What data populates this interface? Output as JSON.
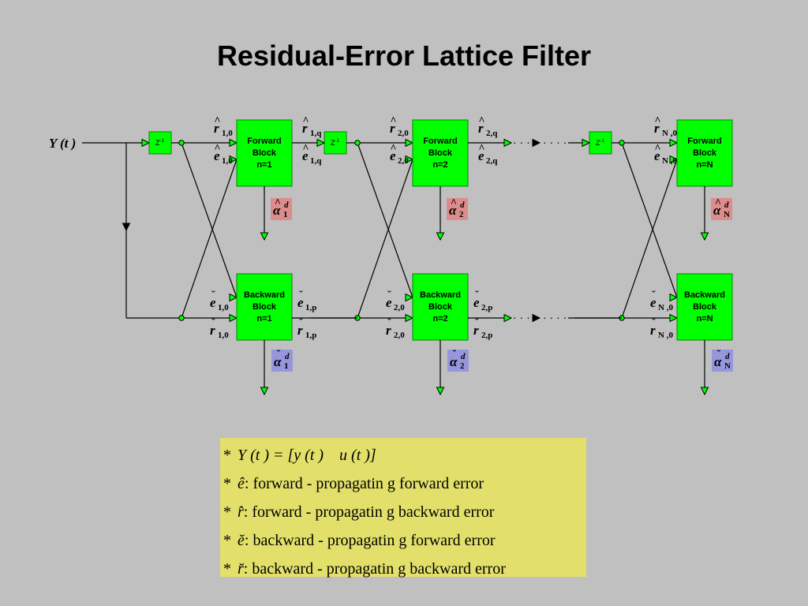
{
  "title": "Residual-Error Lattice Filter",
  "input_label": "Y (t )",
  "delay_label": "Z",
  "delay_exp": "-1",
  "stages": [
    {
      "forward_block": [
        "Forward",
        "Block",
        "n=1"
      ],
      "backward_block": [
        "Backward",
        "Block",
        "n=1"
      ],
      "r_hat_in": {
        "base": "r",
        "mark": "^",
        "sub": "1,0"
      },
      "e_hat_in": {
        "base": "e",
        "mark": "^",
        "sub": "1,0"
      },
      "r_hat_out": {
        "base": "r",
        "mark": "^",
        "sub": "1,q"
      },
      "e_hat_out": {
        "base": "e",
        "mark": "^",
        "sub": "1,q"
      },
      "e_breve_in": {
        "base": "e",
        "mark": "˘",
        "sub": "1,0"
      },
      "r_breve_in": {
        "base": "r",
        "mark": "˘",
        "sub": "1,0"
      },
      "e_breve_out": {
        "base": "e",
        "mark": "˘",
        "sub": "1,p"
      },
      "r_breve_out": {
        "base": "r",
        "mark": "˘",
        "sub": "1,p"
      },
      "alpha_forward": {
        "mark": "^",
        "sub": "1",
        "sup": "d"
      },
      "alpha_backward": {
        "mark": "˘",
        "sub": "1",
        "sup": "d"
      }
    },
    {
      "forward_block": [
        "Forward",
        "Block",
        "n=2"
      ],
      "backward_block": [
        "Backward",
        "Block",
        "n=2"
      ],
      "r_hat_in": {
        "base": "r",
        "mark": "^",
        "sub": "2,0"
      },
      "e_hat_in": {
        "base": "e",
        "mark": "^",
        "sub": "2,0"
      },
      "r_hat_out": {
        "base": "r",
        "mark": "^",
        "sub": "2,q"
      },
      "e_hat_out": {
        "base": "e",
        "mark": "^",
        "sub": "2,q"
      },
      "e_breve_in": {
        "base": "e",
        "mark": "˘",
        "sub": "2,0"
      },
      "r_breve_in": {
        "base": "r",
        "mark": "˘",
        "sub": "2,0"
      },
      "e_breve_out": {
        "base": "e",
        "mark": "˘",
        "sub": "2,p"
      },
      "r_breve_out": {
        "base": "r",
        "mark": "˘",
        "sub": "2,p"
      },
      "alpha_forward": {
        "mark": "^",
        "sub": "2",
        "sup": "d"
      },
      "alpha_backward": {
        "mark": "˘",
        "sub": "2",
        "sup": "d"
      }
    },
    {
      "forward_block": [
        "Forward",
        "Block",
        "n=N"
      ],
      "backward_block": [
        "Backward",
        "Block",
        "n=N"
      ],
      "r_hat_in": {
        "base": "r",
        "mark": "^",
        "sub": "N ,0"
      },
      "e_hat_in": {
        "base": "e",
        "mark": "^",
        "sub": "N ,0"
      },
      "e_breve_in": {
        "base": "e",
        "mark": "˘",
        "sub": "N ,0"
      },
      "r_breve_in": {
        "base": "r",
        "mark": "˘",
        "sub": "N ,0"
      },
      "alpha_forward": {
        "mark": "^",
        "sub": "N",
        "sup": "d"
      },
      "alpha_backward": {
        "mark": "˘",
        "sub": "N",
        "sup": "d"
      }
    }
  ],
  "ellipsis": "· · · ·",
  "legend": [
    {
      "star": "*",
      "math": "Y (t ) = [y (t )    u (t )]",
      "text": ""
    },
    {
      "star": "*",
      "math": "ê",
      "text": ": forward - propagatin g forward error"
    },
    {
      "star": "*",
      "math": "r̂",
      "text": ": forward - propagatin g backward error"
    },
    {
      "star": "*",
      "math": "ĕ",
      "text": ": backward - propagatin g forward error"
    },
    {
      "star": "*",
      "math": "r̆",
      "text": ": backward - propagatin g backward error"
    }
  ],
  "colors": {
    "background": "#c0c0c0",
    "block": "#00ff00",
    "alpha_forward_bg": "#dc8c8c",
    "alpha_backward_bg": "#9696dc",
    "legend_bg": "#e2e06a",
    "wire": "#000000"
  }
}
